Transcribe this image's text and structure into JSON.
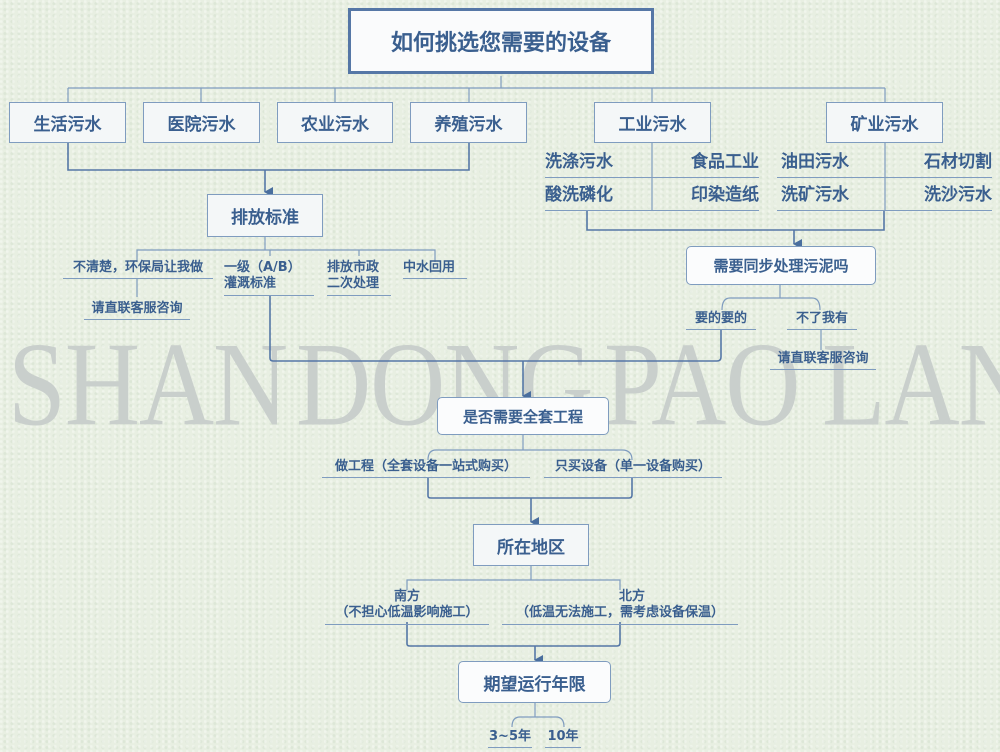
{
  "title": "如何挑选您需要的设备",
  "watermark": [
    "SHAN",
    "DONG",
    "PAO",
    "LAN"
  ],
  "categories": [
    {
      "label": "生活污水"
    },
    {
      "label": "医院污水"
    },
    {
      "label": "农业污水"
    },
    {
      "label": "养殖污水"
    },
    {
      "label": "工业污水",
      "sub": [
        "洗涤污水",
        "食品工业",
        "酸洗磷化",
        "印染造纸"
      ]
    },
    {
      "label": "矿业污水",
      "sub": [
        "油田污水",
        "石材切割",
        "洗矿污水",
        "洗沙污水"
      ]
    }
  ],
  "discharge": {
    "label": "排放标准",
    "options": [
      "不清楚，环保局让我做",
      "一级（A/B）",
      "灌溉标准",
      "排放市政",
      "二次处理",
      "中水回用"
    ],
    "consult": "请直联客服咨询"
  },
  "sludge": {
    "label": "需要同步处理污泥吗",
    "options": [
      "要的要的",
      "不了我有"
    ],
    "consult": "请直联客服咨询"
  },
  "project": {
    "label": "是否需要全套工程",
    "options": [
      "做工程（全套设备一站式购买）",
      "只买设备（单一设备购买）"
    ]
  },
  "region": {
    "label": "所在地区",
    "south_title": "南方",
    "south_note": "（不担心低温影响施工）",
    "north_title": "北方",
    "north_note": "（低温无法施工，需考虑设备保温）"
  },
  "lifespan": {
    "label": "期望运行年限",
    "options": [
      "3~5年",
      "10年"
    ]
  },
  "colors": {
    "primary": "#3a5f8f",
    "line": "#5577a6",
    "border": "#7f9cbf",
    "background": "#e8efe2",
    "watermark": "#c9cfcc"
  }
}
